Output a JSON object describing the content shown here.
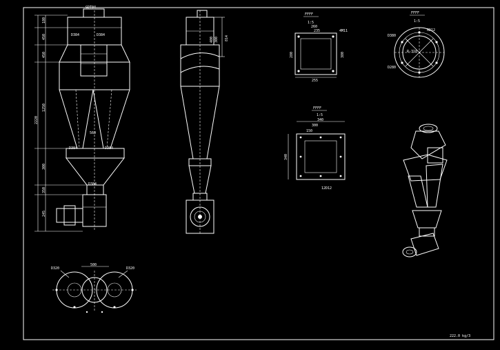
{
  "drawing": {
    "front_view": {
      "top_label": "GDT04",
      "left_height_dims": [
        "180",
        "450",
        "450",
        "1250",
        "300",
        "350",
        "245"
      ],
      "overall_dim": "2220",
      "callouts": [
        "D384",
        "D384",
        "D384",
        "D384",
        "D384"
      ],
      "center_dim": "560"
    },
    "side_view": {
      "right_dims": [
        "400",
        "300",
        "814"
      ]
    },
    "top_right_plan": {
      "title": "FFFF",
      "scale": "1:5",
      "dims_top": [
        "260",
        "235"
      ],
      "dim_bottom": "255",
      "dim_left": "280",
      "dim_right": "380",
      "hole_label": "4M11"
    },
    "circle_plan": {
      "title": "FFFF",
      "scale": "1:5",
      "label_left": "D380",
      "label_right": "6D12",
      "label_center": "R-310",
      "label_bottom": "D280"
    },
    "flange_plan": {
      "title": "FFFF",
      "scale": "1:5",
      "dim_top": "340",
      "dim_inner_top": "300",
      "dim_inner_small": "150",
      "dim_left": "340",
      "hole_label": "12D12"
    },
    "bottom_view": {
      "center_dim": "500",
      "left_label": "D320",
      "right_label": "D320"
    },
    "footer_note": "222.0 kg/3"
  }
}
